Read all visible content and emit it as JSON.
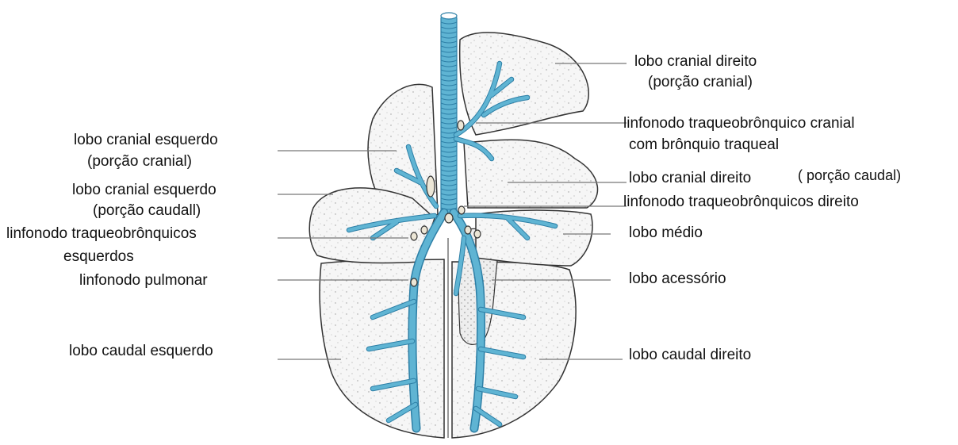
{
  "colors": {
    "airway": "#5fb4d3",
    "airway_dark": "#2d7fa6",
    "lung_fill": "#f4f4f4",
    "outline": "#333333",
    "leader": "#777777"
  },
  "labels": {
    "right_cranial_cranial_1": "lobo cranial direito",
    "right_cranial_cranial_2": "(porção cranial)",
    "tracheal_node_1": "linfonodo traqueobrônquico cranial",
    "tracheal_node_2": "com brônquio traqueal",
    "right_cranial_caudal_a": "lobo cranial direito",
    "right_cranial_caudal_b": "( porção caudal)",
    "right_tb_nodes": "linfonodo traqueobrônquicos direito",
    "middle_lobe": "lobo médio",
    "accessory_lobe": "lobo acessório",
    "right_caudal": "lobo caudal direito",
    "left_cranial_cranial_1": "lobo cranial esquerdo",
    "left_cranial_cranial_2": "(porção cranial)",
    "left_cranial_caudal_1": "lobo cranial esquerdo",
    "left_cranial_caudal_2": "(porção caudall)",
    "left_tb_nodes_1": "linfonodo traqueobrônquicos",
    "left_tb_nodes_2": "esquerdos",
    "pulmonary_node": "linfonodo pulmonar",
    "left_caudal": "lobo caudal esquerdo"
  }
}
